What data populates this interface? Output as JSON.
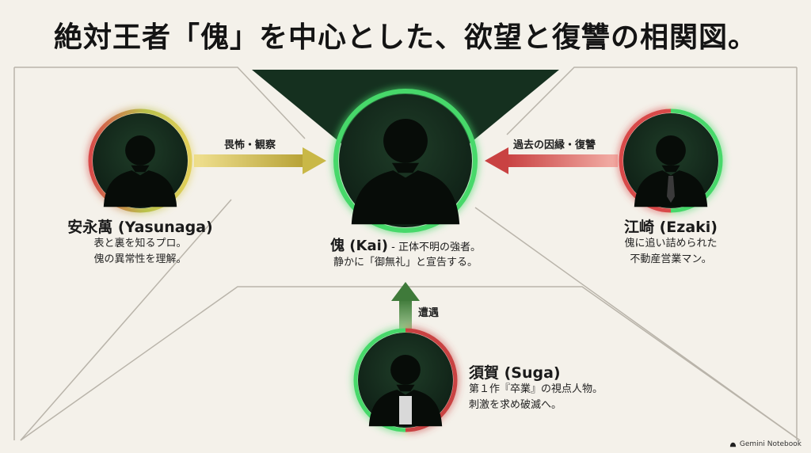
{
  "title": "絶対王者「傀」を中心とした、欲望と復讐の相関図。",
  "nodes": {
    "kai": {
      "name": "傀 (Kai)",
      "desc_inline": " - 正体不明の強者。",
      "desc_line2": "静かに「御無礼」と宣告する。"
    },
    "yasunaga": {
      "name": "安永萬 (Yasunaga)",
      "desc": [
        "表と裏を知るプロ。",
        "傀の異常性を理解。"
      ]
    },
    "ezaki": {
      "name": "江崎 (Ezaki)",
      "desc": [
        "傀に追い詰められた",
        "不動産営業マン。"
      ]
    },
    "suga": {
      "name": "須賀 (Suga)",
      "desc": [
        "第１作『卒業』の視点人物。",
        "刺激を求め破滅へ。"
      ]
    }
  },
  "arrows": {
    "yasunaga_to_kai": "畏怖・観察",
    "ezaki_to_kai": "過去の因縁・復讐",
    "suga_to_kai": "遭遇"
  },
  "footer": {
    "brand": "Gemini Notebook"
  },
  "colors": {
    "background": "#f4f1ea",
    "dark_green": "#15301f",
    "glow_green": "#46d86a",
    "ring_red": "#d84a4a",
    "arrow_yellow": "#e2cf5a",
    "arrow_red": "#c94242",
    "arrow_green": "#3f7a3a"
  },
  "icons": [
    "silhouette-icon",
    "arrow-right-icon",
    "arrow-left-icon",
    "arrow-up-icon",
    "gemini-logo-icon"
  ]
}
